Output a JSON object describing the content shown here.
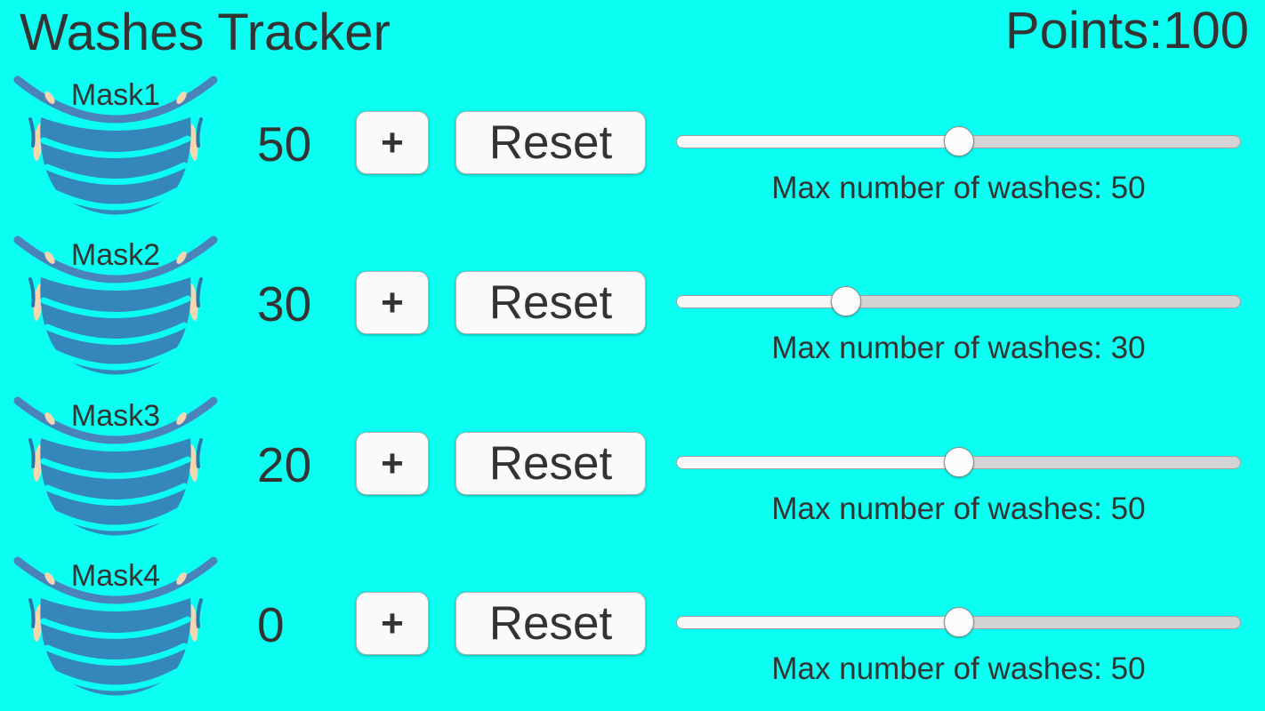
{
  "header": {
    "title": "Washes Tracker",
    "points_label": "Points:",
    "points_value": "100"
  },
  "controls": {
    "increment_label": "+",
    "reset_label": "Reset"
  },
  "masks": [
    {
      "name": "Mask1",
      "washes": "50",
      "max_washes": 50,
      "slider_percent": 50,
      "max_caption": "Max number of washes: 50"
    },
    {
      "name": "Mask2",
      "washes": "30",
      "max_washes": 30,
      "slider_percent": 30,
      "max_caption": "Max number of washes: 30"
    },
    {
      "name": "Mask3",
      "washes": "20",
      "max_washes": 50,
      "slider_percent": 50,
      "max_caption": "Max number of washes: 50"
    },
    {
      "name": "Mask4",
      "washes": "0",
      "max_washes": 50,
      "slider_percent": 50,
      "max_caption": "Max number of washes: 50"
    }
  ],
  "colors": {
    "background": "#0afff2",
    "text": "#333333",
    "mask_body": "#3586ba",
    "mask_strap": "#4a82ba",
    "mask_skin": "#f4d6b0",
    "mask_detail": "#2a77ab",
    "button_bg": "#fafafa",
    "track_fill": "#f7f7f7",
    "track_rest": "#d4d4d4",
    "thumb": "#fcfcfc"
  }
}
